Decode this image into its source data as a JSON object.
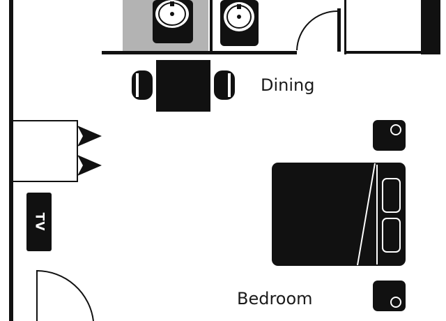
{
  "rooms": {
    "dining": "Dining",
    "bedroom": "Bedroom"
  },
  "fixtures": {
    "tv": "TV"
  },
  "colors": {
    "ink": "#111111",
    "wall": "#111111",
    "floor": "#ffffff",
    "sink_highlight": "#b3b3b3"
  }
}
